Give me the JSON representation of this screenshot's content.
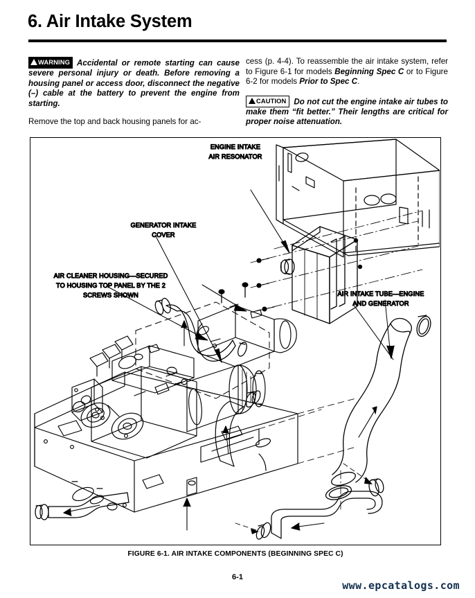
{
  "header": {
    "chapter_title": "6. Air Intake System"
  },
  "left_column": {
    "warning_badge": "WARNING",
    "warning_text": "Accidental or remote starting can cause severe personal injury or death. Before removing a housing panel or access door, disconnect the negative (–) cable at the battery to prevent the engine from starting.",
    "body_text": "Remove the top and back housing panels for ac-"
  },
  "right_column": {
    "body_text_start": "cess (p. 4-4). To reassemble the air intake system, refer to Figure 6-1 for models ",
    "body_bold_1": "Beginning Spec C",
    "body_text_mid": " or to Figure 6-2 for models ",
    "body_bold_2": "Prior to Spec C",
    "body_text_end": ".",
    "caution_badge": "CAUTION",
    "caution_text": "Do not cut the engine intake air tubes to make them “fit better.” Their lengths are critical for proper noise attenuation."
  },
  "figure": {
    "caption": "FIGURE 6-1.  AIR INTAKE COMPONENTS (BEGINNING SPEC C)",
    "callouts": {
      "resonator_line1": "ENGINE INTAKE",
      "resonator_line2": "AIR RESONATOR",
      "generator_cover_line1": "GENERATOR INTAKE",
      "generator_cover_line2": "COVER",
      "air_cleaner_line1": "AIR CLEANER HOUSING—SECURED",
      "air_cleaner_line2": "TO HOUSING TOP PANEL BY THE 2",
      "air_cleaner_line3": "SCREWS SHOWN",
      "intake_tube_line1": "AIR INTAKE TUBE—ENGINE",
      "intake_tube_line2": "AND GENERATOR"
    }
  },
  "footer": {
    "page_number": "6-1",
    "watermark": "www.epcatalogs.com"
  },
  "colors": {
    "ink": "#000000",
    "paper": "#ffffff",
    "watermark": "#13304f"
  }
}
